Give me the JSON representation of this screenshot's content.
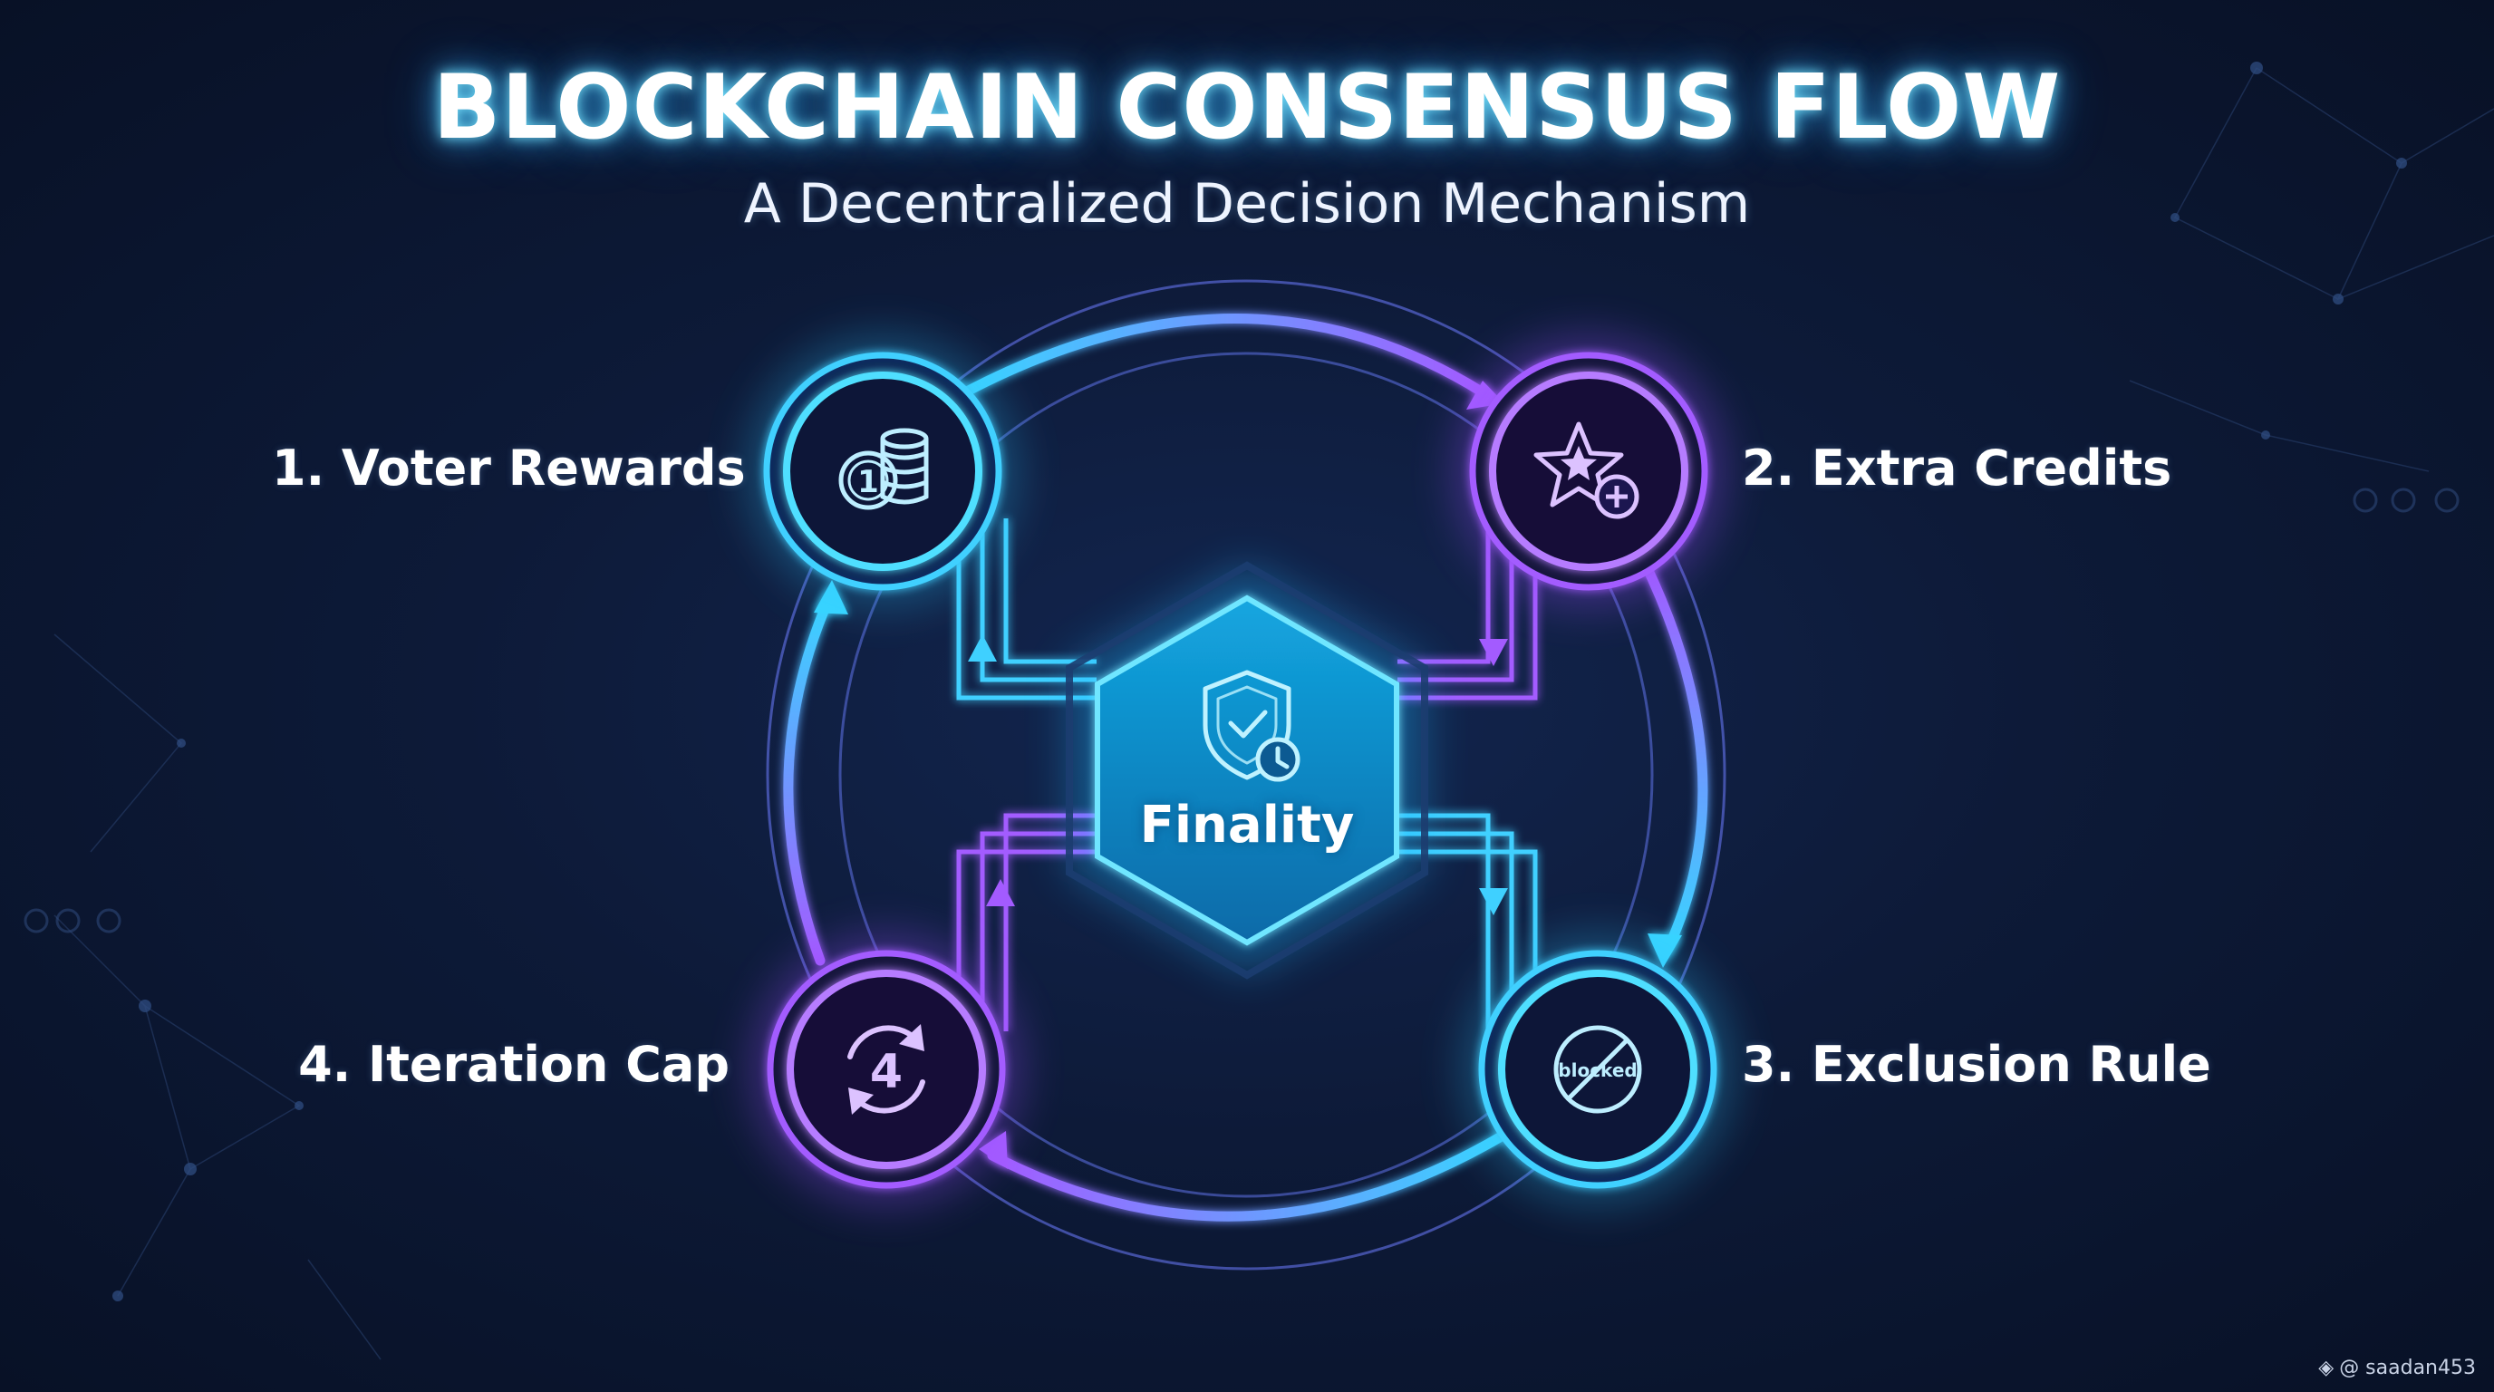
{
  "header": {
    "title": "BLOCKCHAIN CONSENSUS FLOW",
    "subtitle": "A Decentralized Decision Mechanism"
  },
  "center": {
    "label": "Finality",
    "icon": "shield-check-clock-icon"
  },
  "nodes": [
    {
      "label": "1. Voter Rewards",
      "icon": "coin-stack-icon",
      "glow": "cyan"
    },
    {
      "label": "2. Extra Credits",
      "icon": "star-plus-icon",
      "glow": "purple"
    },
    {
      "label": "3. Exclusion Rule",
      "icon": "blocked-icon",
      "icon_text": "blocked",
      "glow": "cyan"
    },
    {
      "label": "4. Iteration Cap",
      "icon": "cycle-four-icon",
      "icon_text": "4",
      "glow": "purple"
    }
  ],
  "flow": {
    "outer_direction": "clockwise",
    "sequence": [
      "1. Voter Rewards",
      "2. Extra Credits",
      "3. Exclusion Rule",
      "4. Iteration Cap"
    ]
  },
  "watermark": {
    "text": "@ saadan453",
    "icon": "diamond-logo-icon"
  },
  "colors": {
    "background": "#0b1630",
    "cyan": "#3fd0ff",
    "purple": "#a35bff",
    "hexagon_fill": "#0e7fc0",
    "text": "#ffffff"
  }
}
